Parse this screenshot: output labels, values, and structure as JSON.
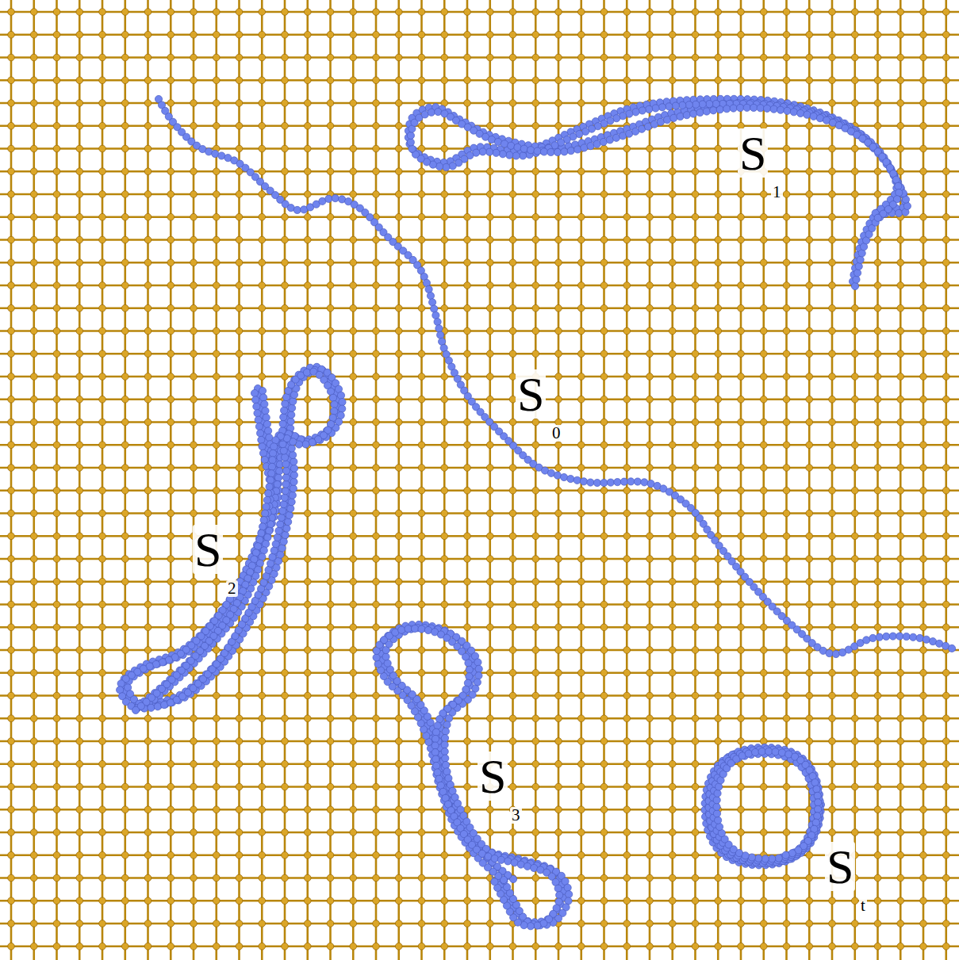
{
  "diagram": {
    "labels": [
      "S",
      "1",
      "S",
      "0",
      "S",
      "2",
      "S",
      "3",
      "S",
      "t"
    ]
  }
}
